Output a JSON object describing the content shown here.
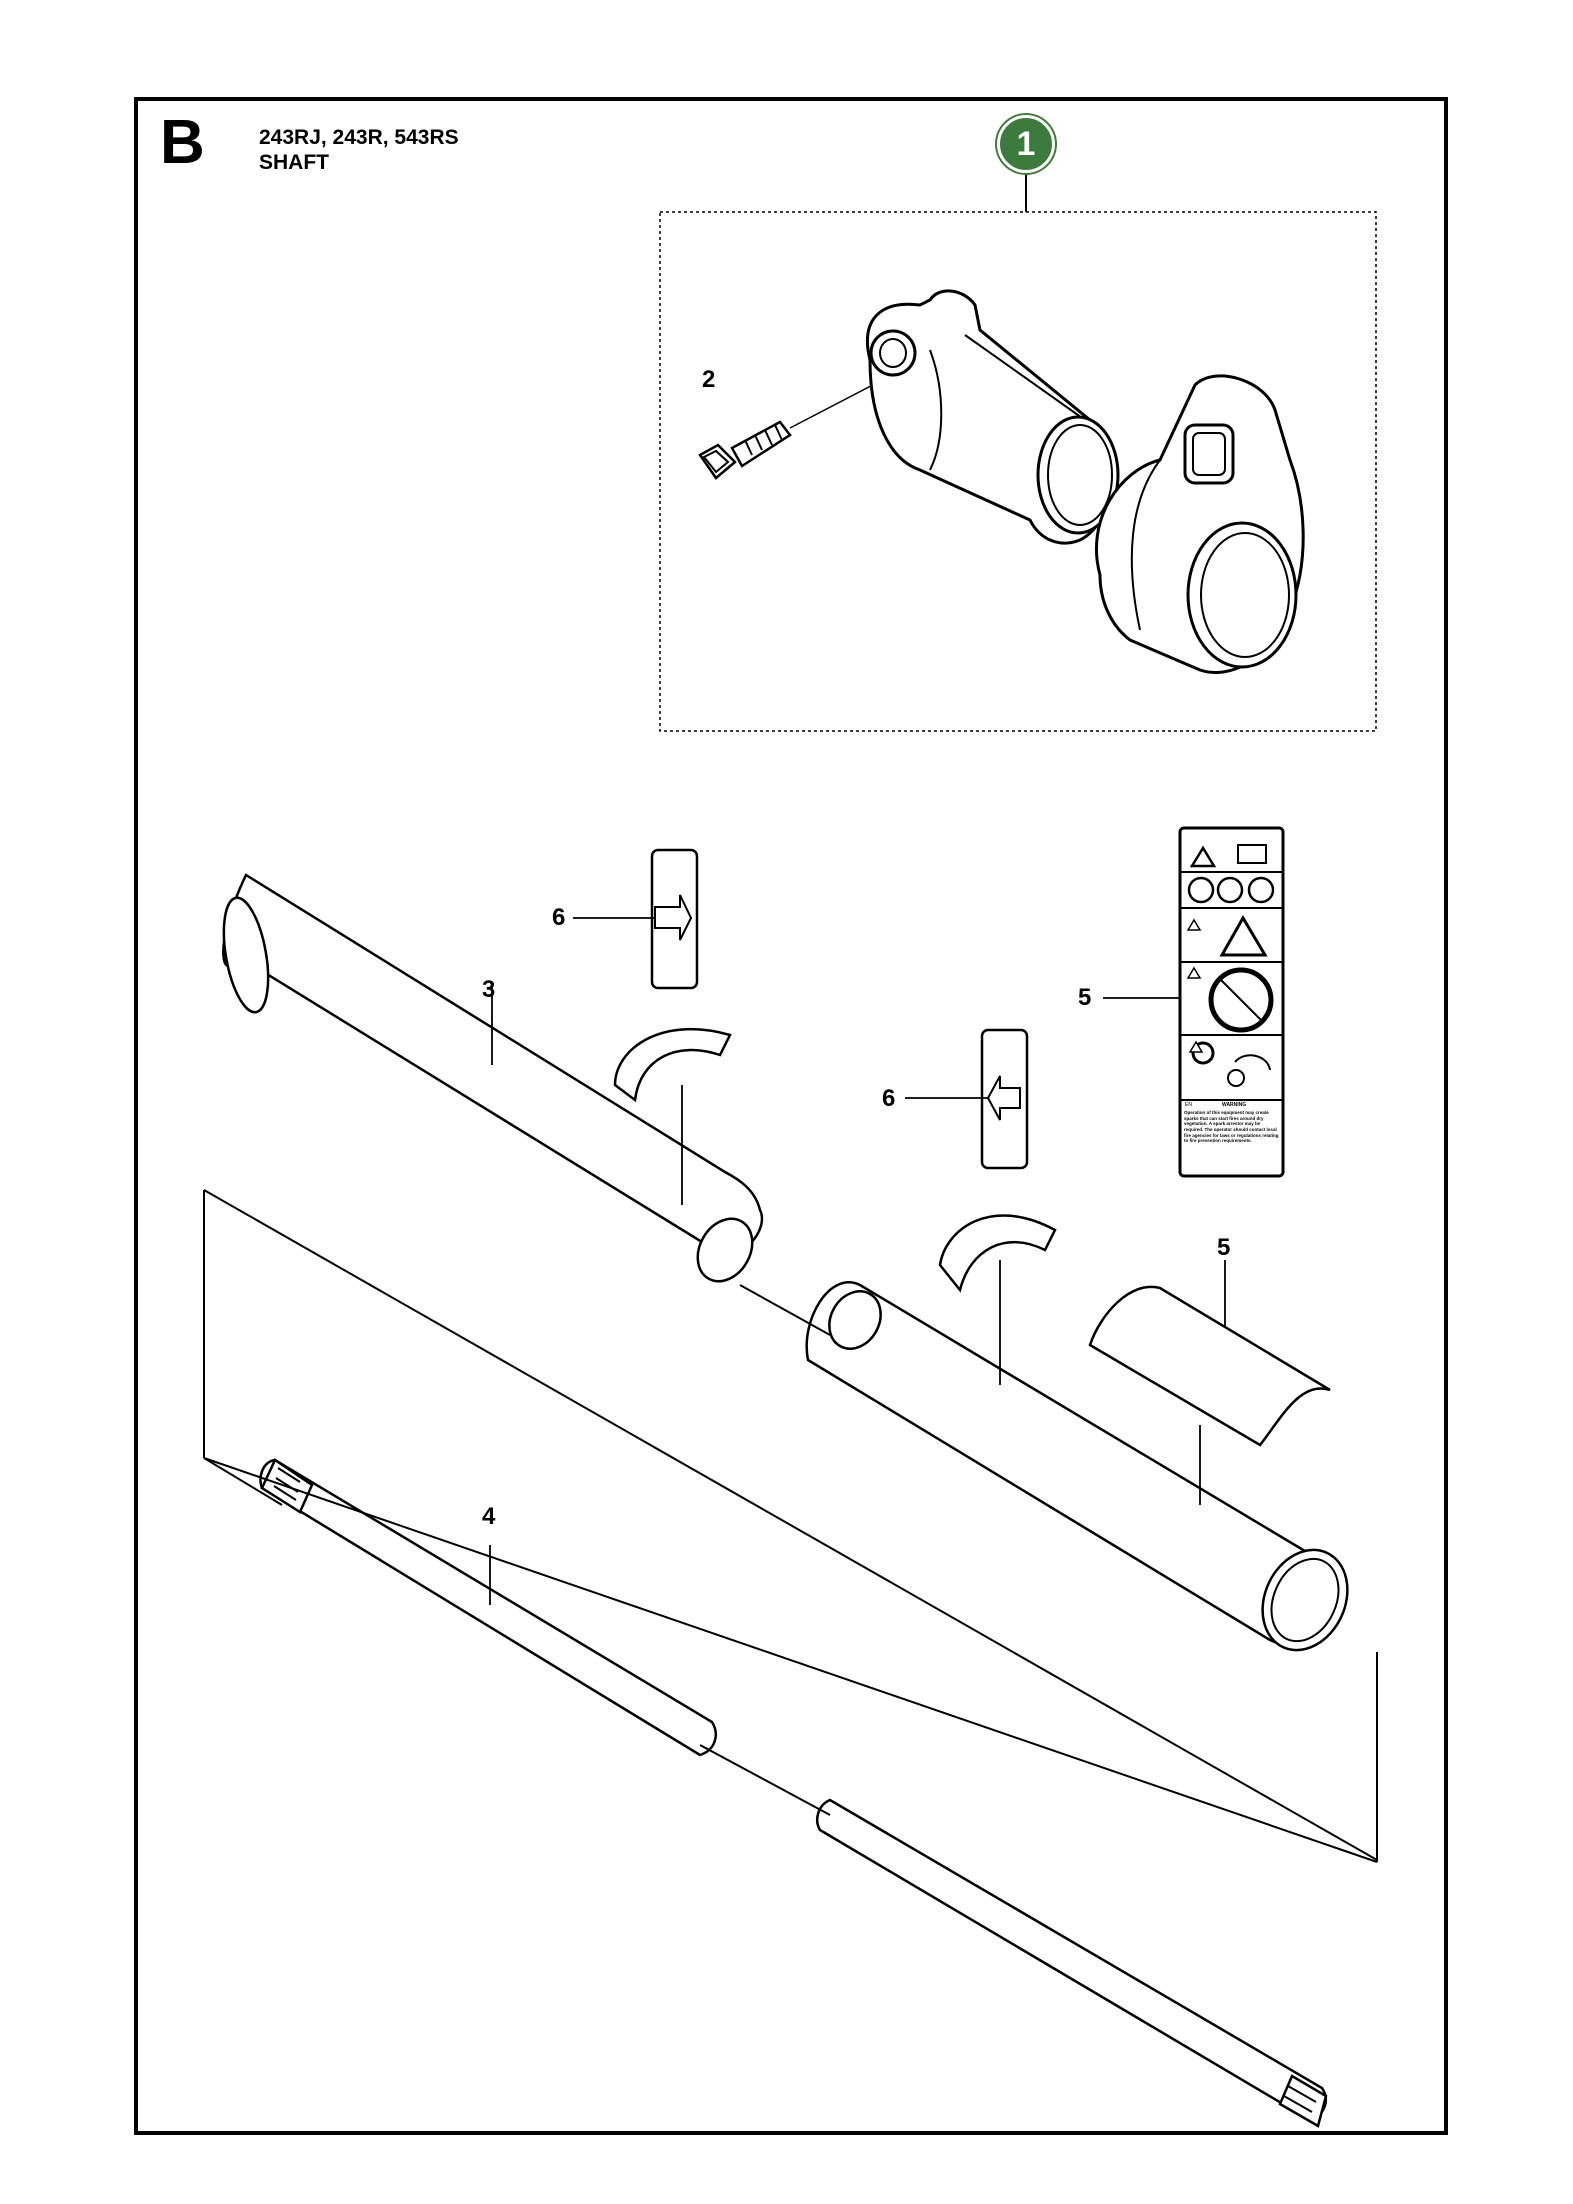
{
  "header": {
    "section_letter": "B",
    "models": "243RJ, 243R, 543RS",
    "title": "SHAFT"
  },
  "kit_badge": {
    "number": "1",
    "color": "#3d7a3d"
  },
  "callouts": {
    "screw": "2",
    "tube_upper": "3",
    "drive_shaft": "4",
    "decal": "5",
    "shield": "5",
    "arrow_label_top": "6",
    "arrow_label_bottom": "6"
  },
  "decal": {
    "text": "Operation of this equipment may create sparks that can start fires around dry vegetation. A spark arrestor may be required. The operator should contact local fire agencies for laws or regulations relating to fire prevention requirements.",
    "code": "EN",
    "warning": "WARNING"
  },
  "colors": {
    "line": "#000000",
    "accent": "#3d7a3d"
  }
}
